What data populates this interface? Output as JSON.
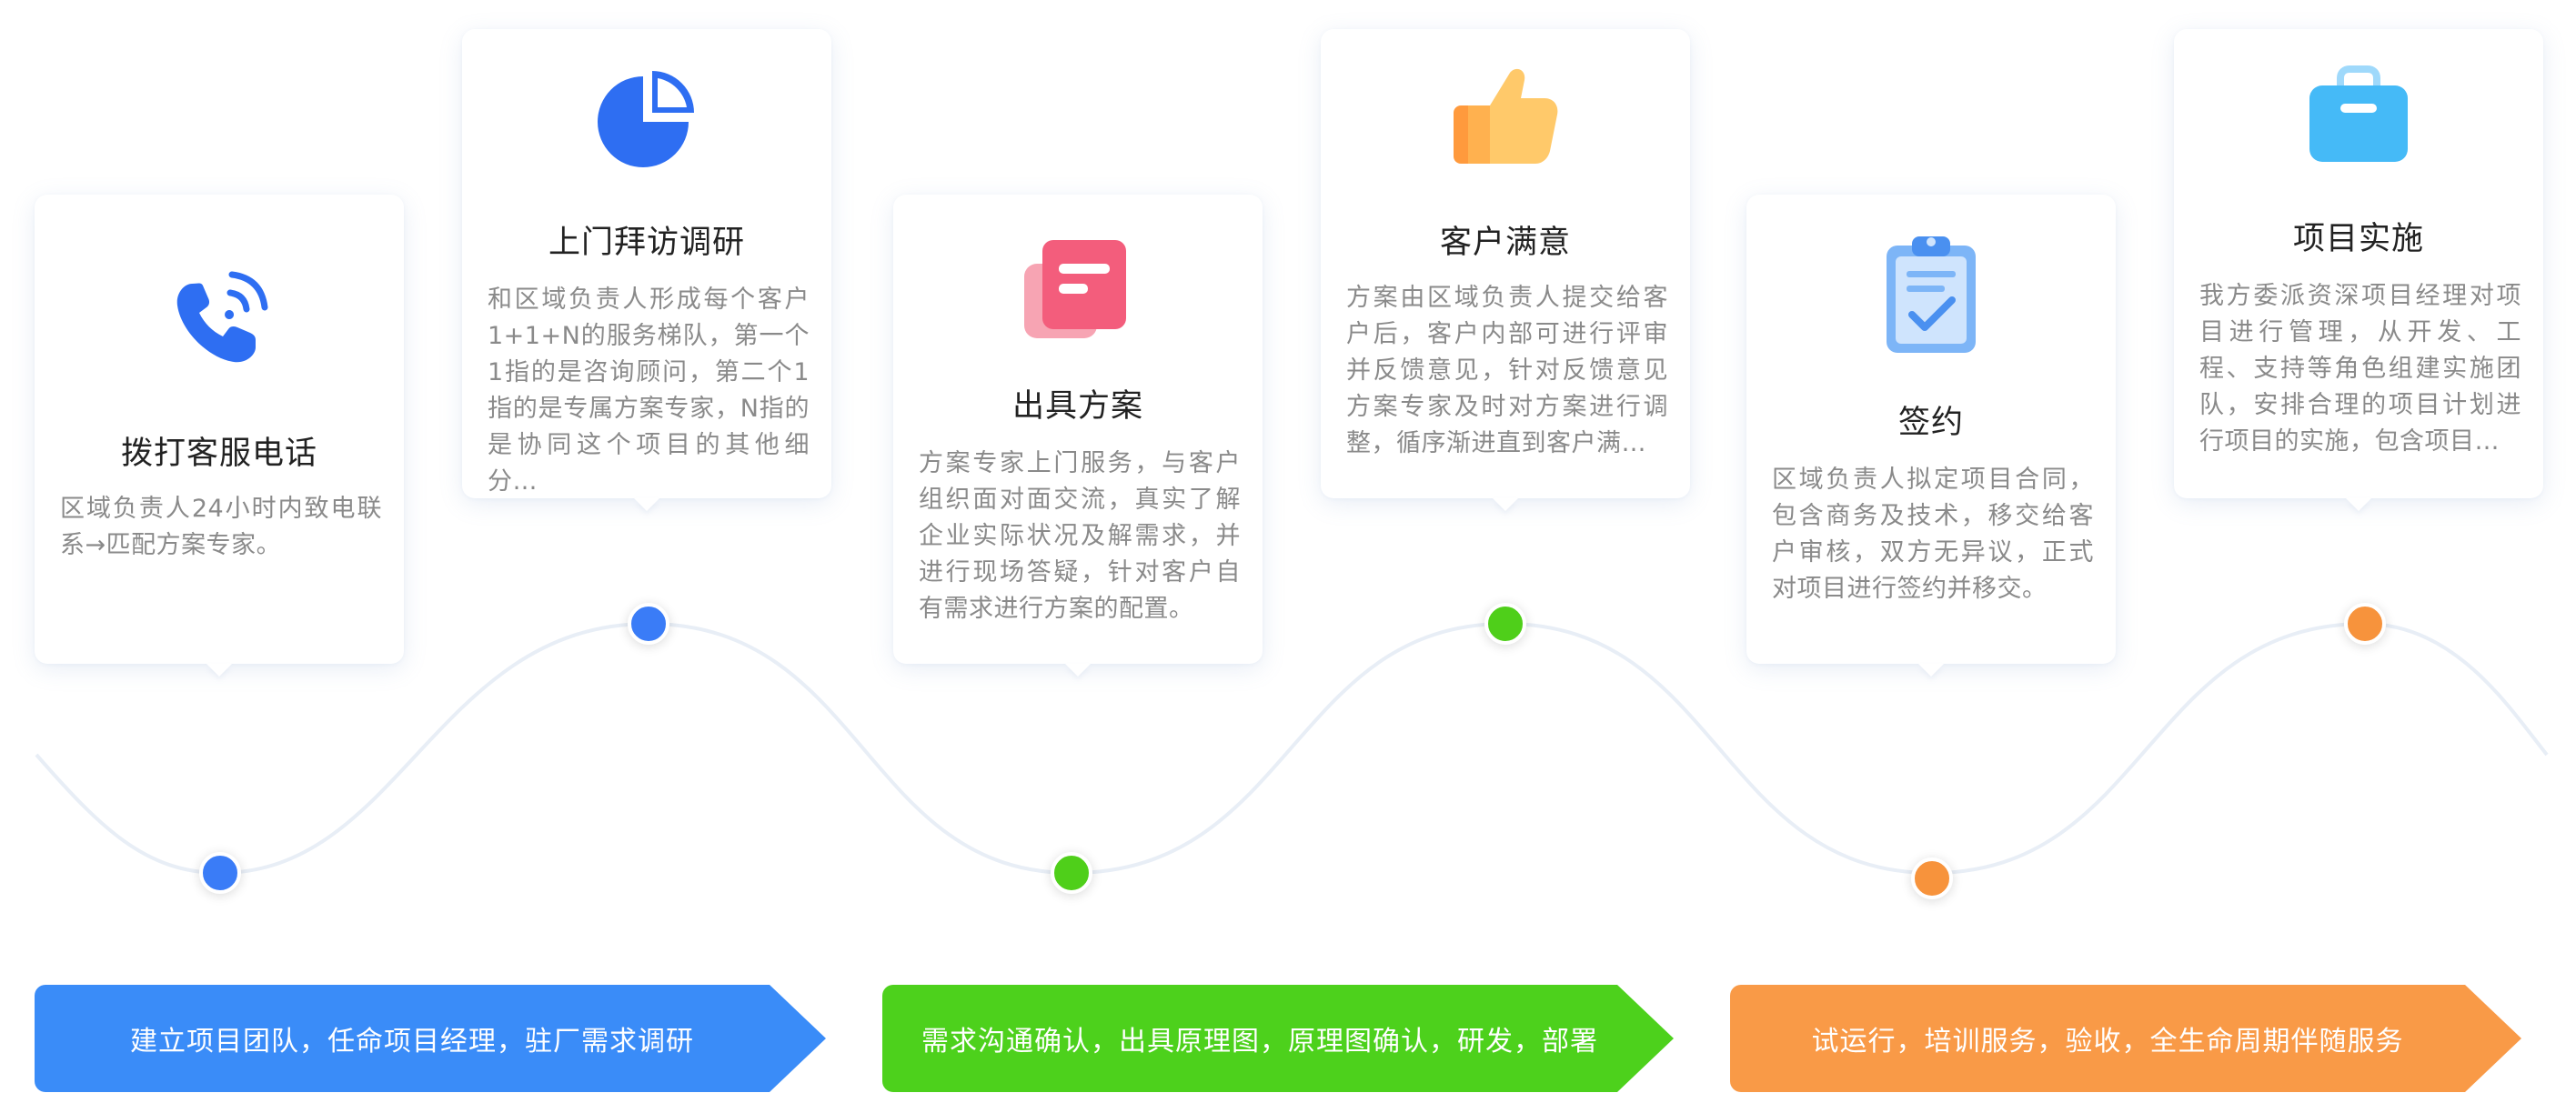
{
  "steps": [
    {
      "title": "拨打客服电话",
      "desc": "区域负责人24小时内致电联系→匹配方案专家。",
      "icon": "phone-icon",
      "dot_color": "#3a7cf7"
    },
    {
      "title": "上门拜访调研",
      "desc": "和区域负责人形成每个客户1+1+N的服务梯队，第一个1指的是咨询顾问，第二个1指的是专属方案专家，N指的是协同这个项目的其他细分…",
      "icon": "pie-chart-icon",
      "dot_color": "#3a7cf7"
    },
    {
      "title": "出具方案",
      "desc": "方案专家上门服务，与客户组织面对面交流，真实了解企业实际状况及解需求，并进行现场答疑，针对客户自有需求进行方案的配置。",
      "icon": "document-icon",
      "dot_color": "#4fcf1a"
    },
    {
      "title": "客户满意",
      "desc": "方案由区域负责人提交给客户后，客户内部可进行评审并反馈意见，针对反馈意见方案专家及时对方案进行调整，循序渐进直到客户满…",
      "icon": "thumbs-up-icon",
      "dot_color": "#4fcf1a"
    },
    {
      "title": "签约",
      "desc": "区域负责人拟定项目合同，包含商务及技术，移交给客户审核，双方无异议，正式对项目进行签约并移交。",
      "icon": "clipboard-check-icon",
      "dot_color": "#f7933c"
    },
    {
      "title": "项目实施",
      "desc": "我方委派资深项目经理对项目进行管理，从开发、工程、支持等角色组建实施团队，安排合理的项目计划进行项目的实施，包含项目…",
      "icon": "briefcase-icon",
      "dot_color": "#f7933c"
    }
  ],
  "phases": [
    {
      "label": "建立项目团队，任命项目经理，驻厂需求调研",
      "color": "#3a8cf8"
    },
    {
      "label": "需求沟通确认，出具原理图，原理图确认，研发，部署",
      "color": "#4dd11c"
    },
    {
      "label": "试运行，培训服务，验收，全生命周期伴随服务",
      "color": "#f99a47"
    }
  ]
}
